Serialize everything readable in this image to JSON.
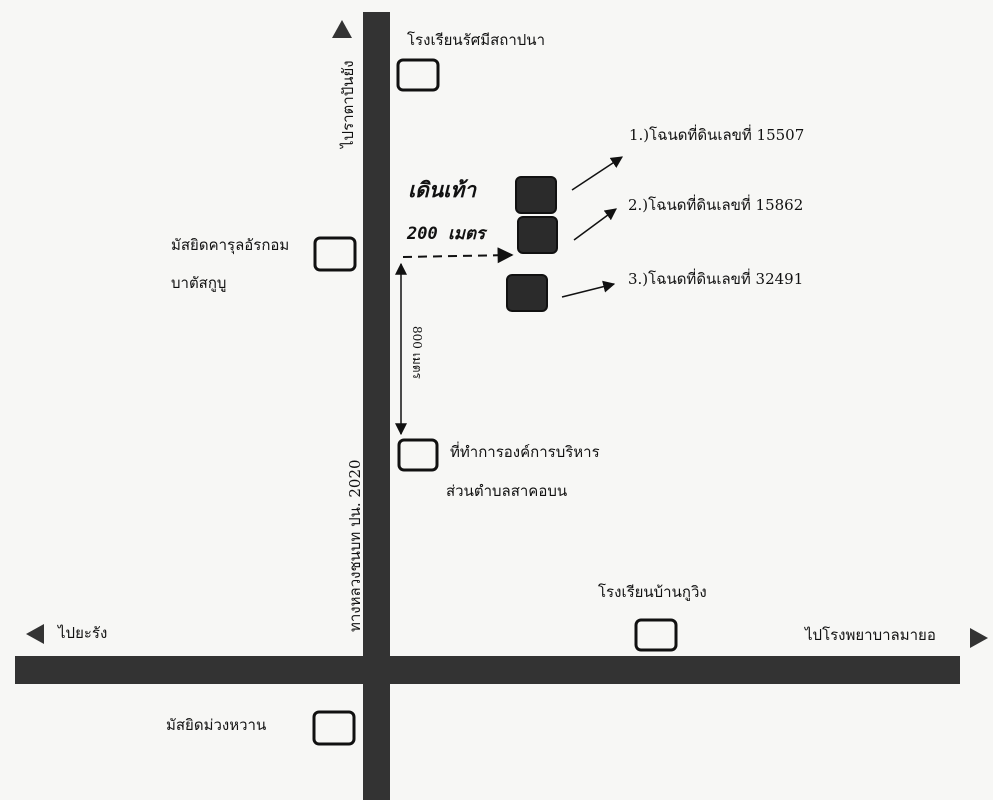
{
  "roads": {
    "main_vertical_label": "ทางหลวงชนบท ปน. 2020",
    "north_direction": "ไปราตาปันยัง",
    "west_direction": "ไปยะรัง",
    "east_direction": "ไปโรงพยาบาลมายอ"
  },
  "landmarks": {
    "school_north": "โรงเรียนรัศมีสถาปนา",
    "mosque_west_line1": "มัสยิดคารุลอัรกอม",
    "mosque_west_line2": "บาตัสกูบู",
    "admin_office_line1": "ที่ทำการองค์การบริหาร",
    "admin_office_line2": "ส่วนตำบลสาคอบน",
    "school_south": "โรงเรียนบ้านกูวิง",
    "mosque_south": "มัสยิดม่วงหวาน"
  },
  "parcels": [
    {
      "label": "1.)โฉนดที่ดินเลขที่ 15507"
    },
    {
      "label": "2.)โฉนดที่ดินเลขที่ 15862"
    },
    {
      "label": "3.)โฉนดที่ดินเลขที่ 32491"
    }
  ],
  "annotations": {
    "walk_line1": "เดินเท้า",
    "walk_line2": "200 เมตร",
    "distance_vertical": "800 เมตร"
  },
  "colors": {
    "road": "#333333",
    "parcel_fill": "#2b2b2b",
    "outline": "#111111"
  }
}
